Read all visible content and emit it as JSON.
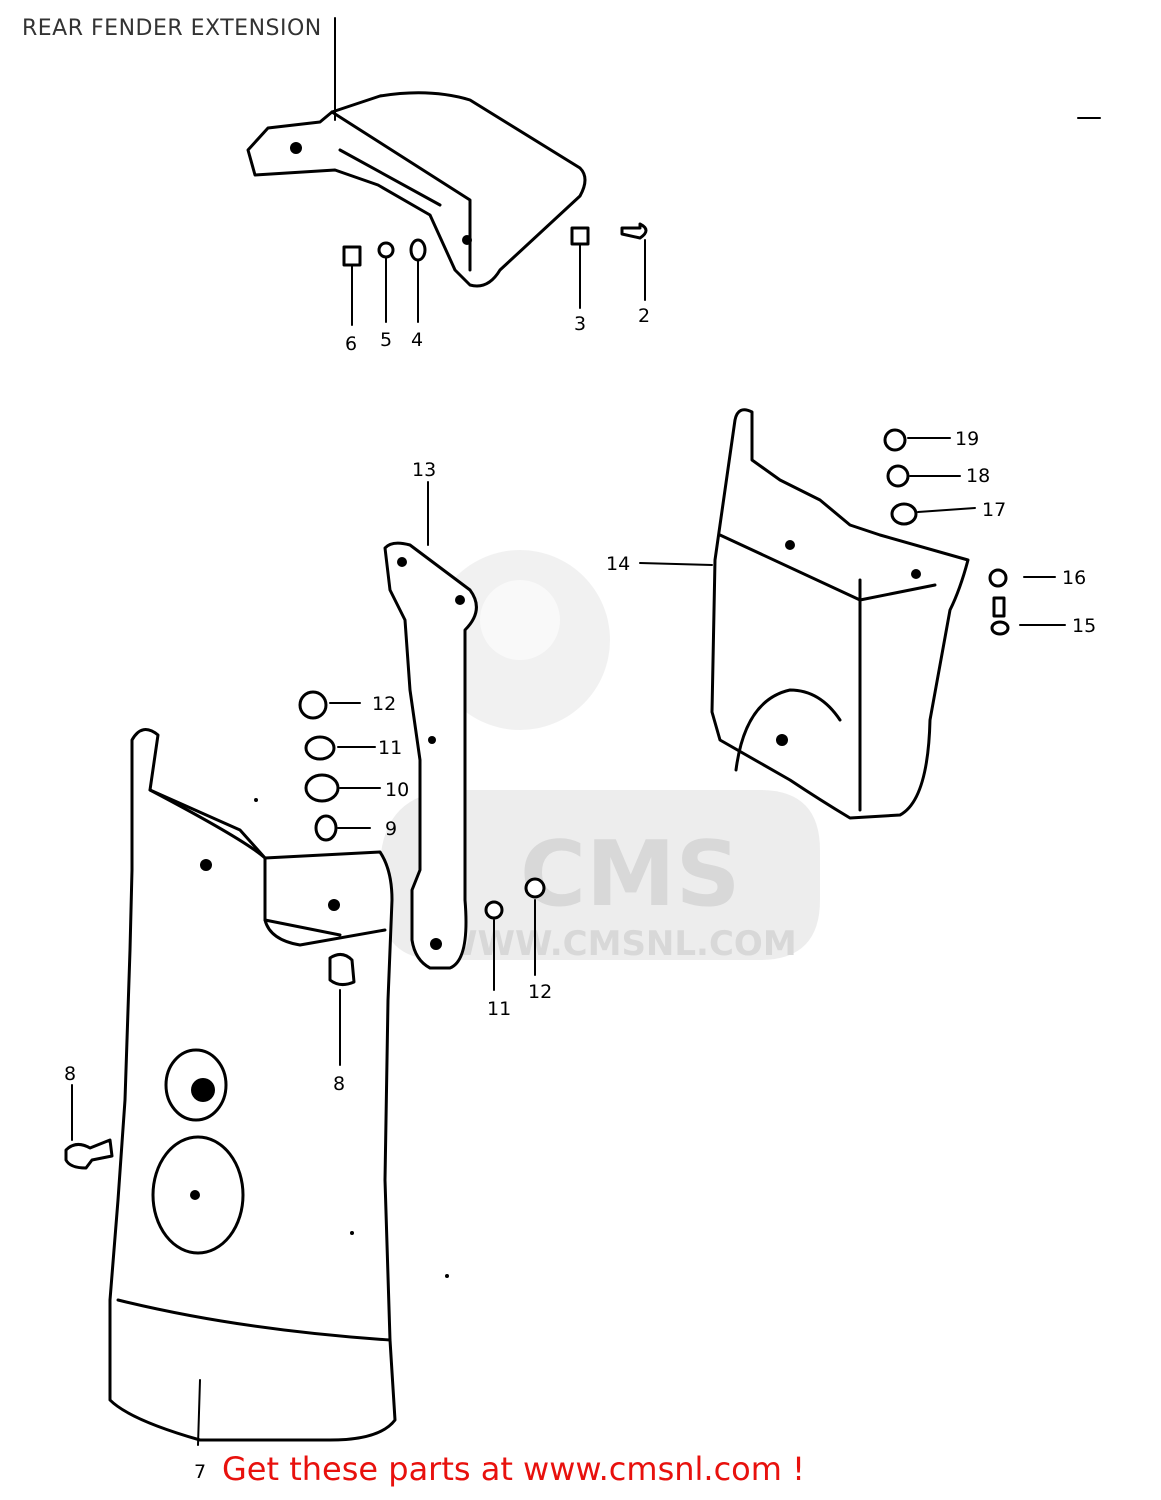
{
  "header": {
    "title": "REAR FENDER EXTENSION"
  },
  "footer": {
    "link_text": "Get these parts at www.cmsnl.com !",
    "link_color": "#e8110d"
  },
  "watermark": {
    "brand": "CMS",
    "url": "WWW.CMSNL.COM"
  },
  "callouts": [
    {
      "id": "1",
      "text": ""
    },
    {
      "id": "2",
      "text": "2"
    },
    {
      "id": "3",
      "text": "3"
    },
    {
      "id": "4",
      "text": "4"
    },
    {
      "id": "5",
      "text": "5"
    },
    {
      "id": "6",
      "text": "6"
    },
    {
      "id": "7",
      "text": "7"
    },
    {
      "id": "8a",
      "text": "8"
    },
    {
      "id": "8b",
      "text": "8"
    },
    {
      "id": "9",
      "text": "9"
    },
    {
      "id": "10",
      "text": "10"
    },
    {
      "id": "11a",
      "text": "11"
    },
    {
      "id": "11b",
      "text": "11"
    },
    {
      "id": "12a",
      "text": "12"
    },
    {
      "id": "12b",
      "text": "12"
    },
    {
      "id": "13",
      "text": "13"
    },
    {
      "id": "14",
      "text": "14"
    },
    {
      "id": "15",
      "text": "15"
    },
    {
      "id": "16",
      "text": "16"
    },
    {
      "id": "17",
      "text": "17"
    },
    {
      "id": "18",
      "text": "18"
    },
    {
      "id": "19",
      "text": "19"
    }
  ]
}
